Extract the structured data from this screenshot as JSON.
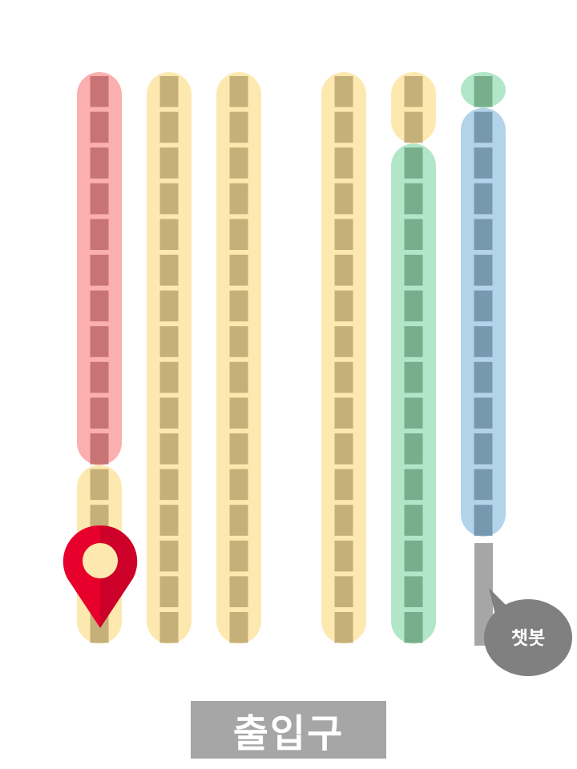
{
  "colors": {
    "red_zone": "#fbafae",
    "yellow_zone": "#fde9b0",
    "green_zone": "#b2e6c8",
    "blue_zone": "#b3d3ea",
    "shelf_on_red": "#c87475",
    "shelf_on_yellow": "#c6b07a",
    "shelf_on_green": "#77af8c",
    "shelf_on_blue": "#7799b0",
    "chatbot_bubble": "#808080",
    "chatbot_pole": "#a6a6a6",
    "exit_sign": "#a6a6a6",
    "location_pin": "#e8002d"
  },
  "aisles": [
    {
      "name": "aisle-1",
      "zones": [
        {
          "color": "red",
          "slots": 11
        },
        {
          "color": "yellow",
          "slots": 5
        }
      ]
    },
    {
      "name": "aisle-2",
      "zones": [
        {
          "color": "yellow",
          "slots": 16
        }
      ]
    },
    {
      "name": "aisle-3",
      "zones": [
        {
          "color": "yellow",
          "slots": 16
        }
      ]
    },
    {
      "name": "aisle-4",
      "zones": [
        {
          "color": "yellow",
          "slots": 16
        }
      ]
    },
    {
      "name": "aisle-5",
      "zones": [
        {
          "color": "yellow",
          "slots": 2
        },
        {
          "color": "green",
          "slots": 14
        }
      ]
    },
    {
      "name": "aisle-6",
      "zones": [
        {
          "color": "green",
          "slots": 1
        },
        {
          "color": "blue",
          "slots": 12
        }
      ]
    }
  ],
  "chatbot": {
    "label": "챗봇",
    "icon": "chatbot-speech-bubble"
  },
  "location_marker": {
    "icon": "map-pin-icon",
    "aisle": "aisle-1"
  },
  "exit": {
    "label": "출입구"
  }
}
